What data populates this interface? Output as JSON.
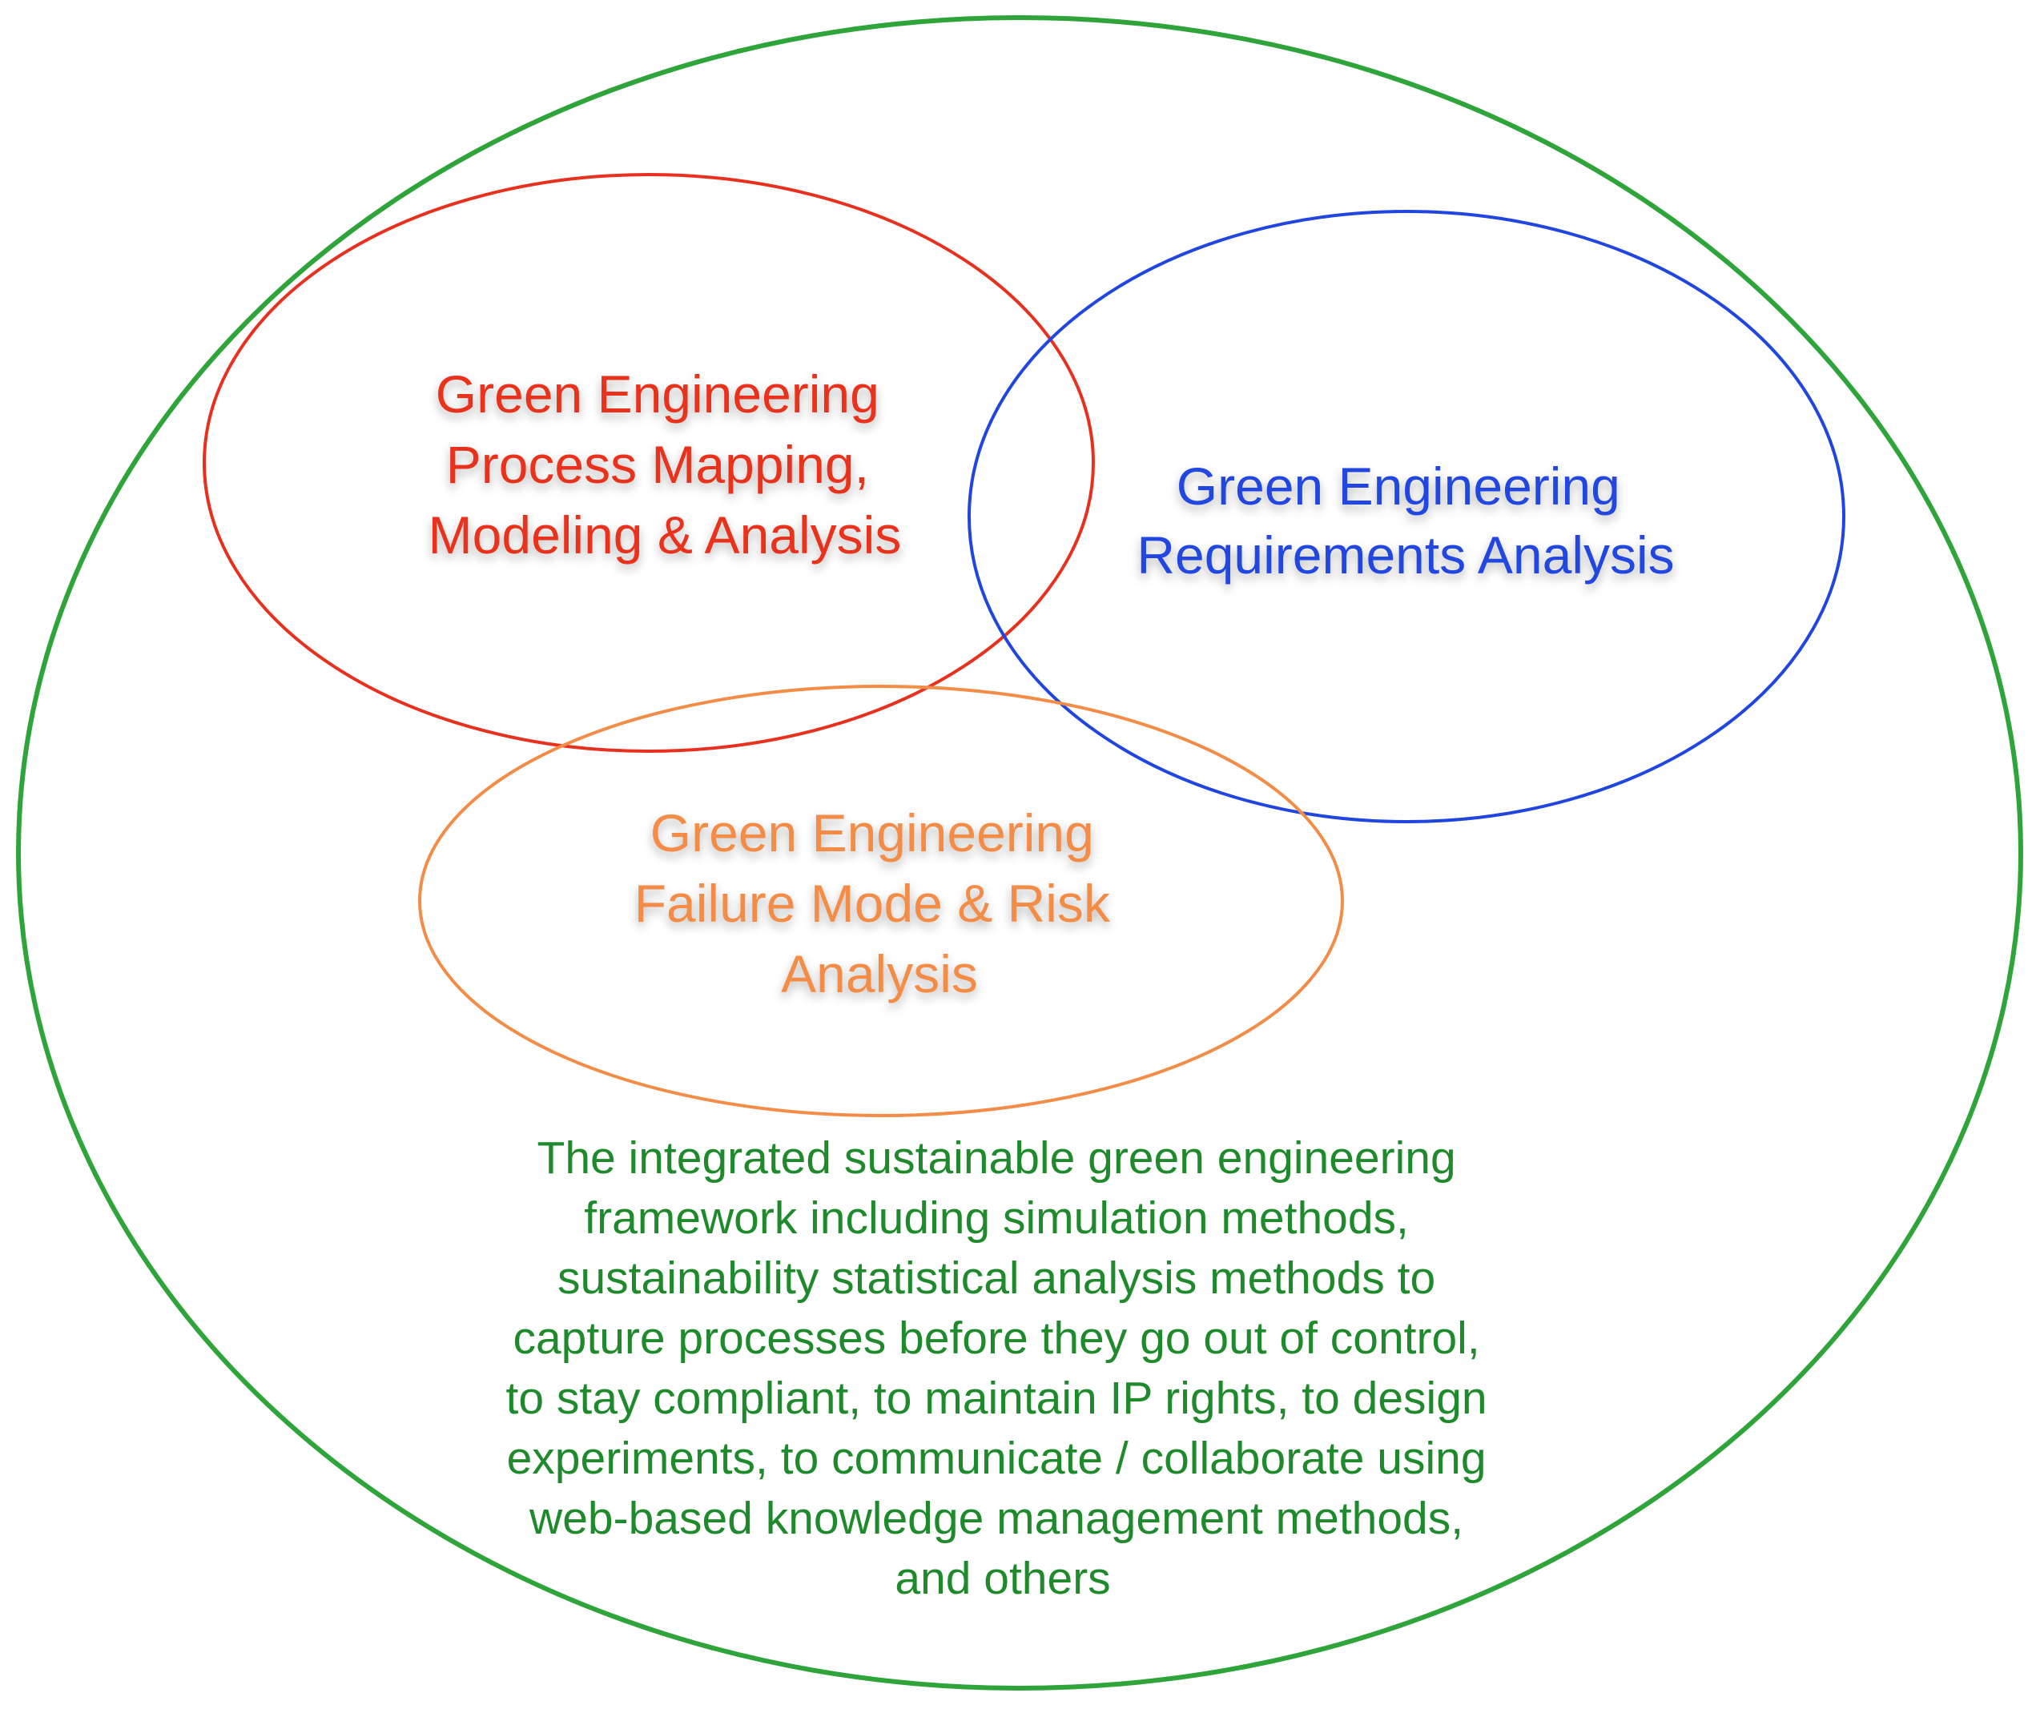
{
  "colors": {
    "outer": "#2ea43a",
    "outer_text": "#1f8a2c",
    "process": "#e8301f",
    "requirements": "#2146e0",
    "failure": "#f28c46"
  },
  "outer": {
    "lines": [
      "The integrated sustainable green engineering",
      "framework including simulation methods,",
      "sustainability statistical analysis methods to",
      "capture processes before they go out of control,",
      "to stay compliant, to maintain IP rights, to design",
      "experiments, to communicate / collaborate using",
      "web-based knowledge management methods,",
      "and others"
    ]
  },
  "process": {
    "lines": [
      "Green Engineering",
      "Process Mapping,",
      "Modeling & Analysis"
    ]
  },
  "requirements": {
    "lines": [
      "Green Engineering",
      "Requirements Analysis"
    ]
  },
  "failure": {
    "lines": [
      "Green Engineering",
      "Failure Mode & Risk",
      "Analysis"
    ]
  }
}
